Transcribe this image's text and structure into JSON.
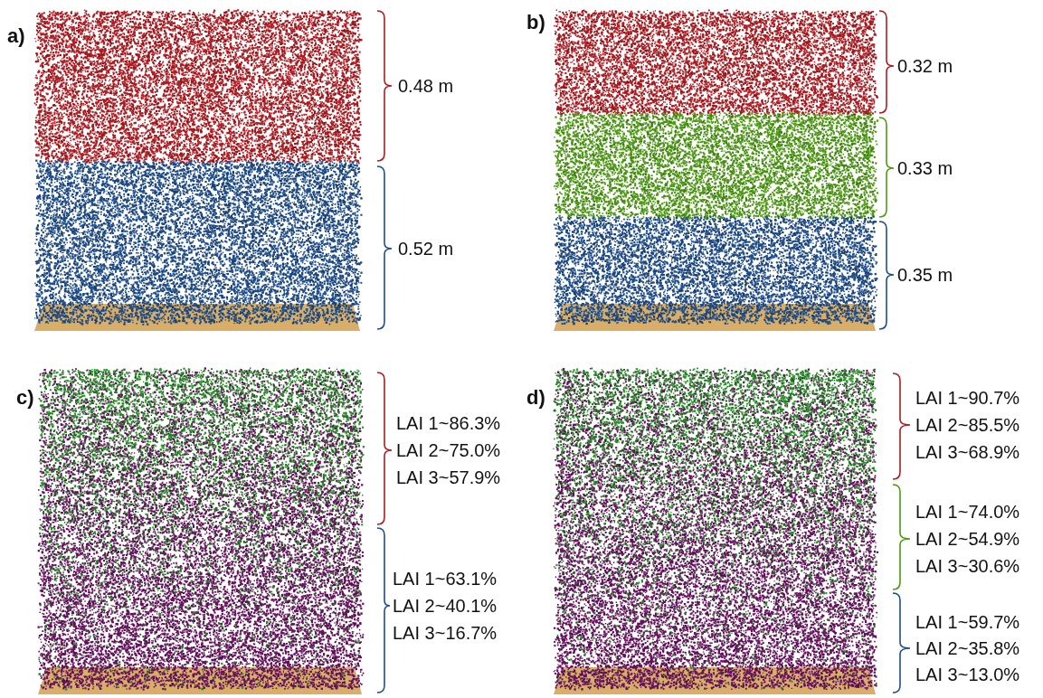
{
  "diagram": {
    "labels": [
      "a)",
      "0.48 m",
      "0.52 m",
      "b)",
      "0.32 m",
      "0.33 m",
      "0.35 m",
      "c)",
      "LAI 1~86.3%",
      "LAI 2~75.0%",
      "LAI 3~57.9%",
      "LAI 1~63.1%",
      "LAI 2~40.1%",
      "LAI 3~16.7%",
      "d)",
      "LAI 1~90.7%",
      "LAI 2~85.5%",
      "LAI 3~68.9%",
      "LAI 1~74.0%",
      "LAI 2~54.9%",
      "LAI 3~30.6%",
      "LAI 1~59.7%",
      "LAI 2~35.8%",
      "LAI 3~13.0%"
    ]
  }
}
